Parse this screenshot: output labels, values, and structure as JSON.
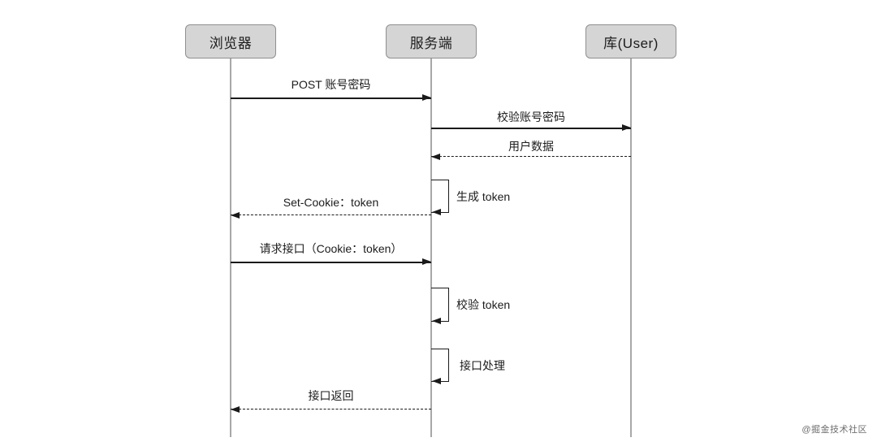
{
  "diagram": {
    "type": "sequence-diagram",
    "actors": [
      {
        "name": "浏览器"
      },
      {
        "name": "服务端"
      },
      {
        "name": "库(User)"
      }
    ],
    "messages": [
      {
        "label": "POST 账号密码",
        "from": "浏览器",
        "to": "服务端",
        "style": "solid"
      },
      {
        "label": "校验账号密码",
        "from": "服务端",
        "to": "库(User)",
        "style": "solid"
      },
      {
        "label": "用户数据",
        "from": "库(User)",
        "to": "服务端",
        "style": "dashed"
      },
      {
        "label": "生成 token",
        "from": "服务端",
        "to": "服务端",
        "style": "self"
      },
      {
        "label": "Set-Cookie：token",
        "from": "服务端",
        "to": "浏览器",
        "style": "dashed"
      },
      {
        "label": "请求接口（Cookie：token）",
        "from": "浏览器",
        "to": "服务端",
        "style": "solid"
      },
      {
        "label": "校验 token",
        "from": "服务端",
        "to": "服务端",
        "style": "self"
      },
      {
        "label": "接口处理",
        "from": "服务端",
        "to": "服务端",
        "style": "self"
      },
      {
        "label": "接口返回",
        "from": "服务端",
        "to": "浏览器",
        "style": "dashed"
      }
    ],
    "watermark": "@掘金技术社区",
    "colors": {
      "actor_fill": "#d5d5d5",
      "actor_border": "#8f8f8f",
      "arrow_line": "#1a1a1a",
      "lifeline": "#a8a8a8",
      "text": "#1c1c1c",
      "watermark_text": "#6e6e6e",
      "background": "#ffffff"
    }
  }
}
